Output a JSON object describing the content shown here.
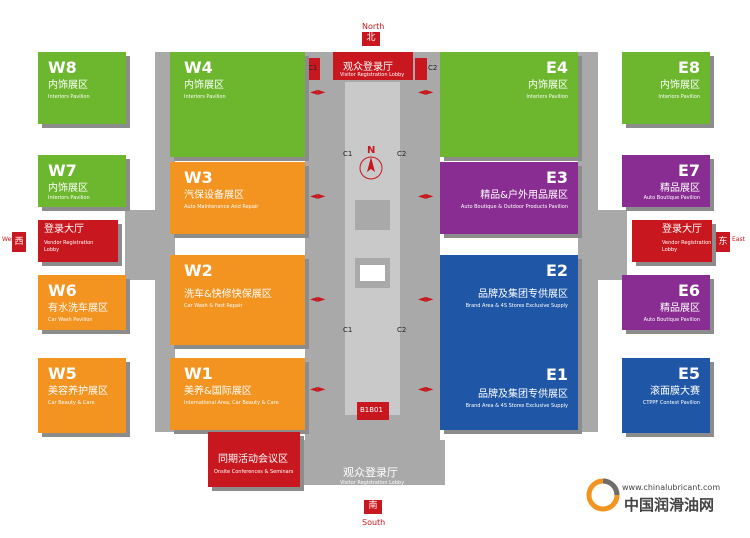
{
  "colors": {
    "green": "#6cb72d",
    "orange": "#f39320",
    "purple": "#8a2d92",
    "blue": "#1f56a6",
    "red": "#c8171e",
    "corridor": "#a9a9a9"
  },
  "halls": {
    "W8": {
      "code": "W8",
      "zh": "内饰展区",
      "en": "Interiors Pavilion"
    },
    "W7": {
      "code": "W7",
      "zh": "内饰展区",
      "en": "Interiors Pavilion"
    },
    "W6": {
      "code": "W6",
      "zh": "有水洗车展区",
      "en": "Car Wash Pavilion"
    },
    "W5": {
      "code": "W5",
      "zh": "美容养护展区",
      "en": "Car Beauty & Care"
    },
    "W4": {
      "code": "W4",
      "zh": "内饰展区",
      "en": "Interiors Pavilion"
    },
    "W3": {
      "code": "W3",
      "zh": "汽保设备展区",
      "en": "Auto Maintenance And Repair"
    },
    "W2": {
      "code": "W2",
      "zh": "洗车&快修快保展区",
      "en": "Car Wash & Fast Repair"
    },
    "W1": {
      "code": "W1",
      "zh": "美养&国际展区",
      "en": "International Area, Car Beauty & Care"
    },
    "E4": {
      "code": "E4",
      "zh": "内饰展区",
      "en": "Interiors Pavilion"
    },
    "E3": {
      "code": "E3",
      "zh": "精品&户外用品展区",
      "en": "Auto Boutique & Outdoor Products Pavilion"
    },
    "E2": {
      "code": "E2",
      "zh": "品牌及集团专供展区",
      "en": "Brand Area & 4S Stores Exclusive Supply"
    },
    "E1": {
      "code": "E1",
      "zh": "品牌及集团专供展区",
      "en": "Brand Area & 4S Stores Exclusive Supply"
    },
    "E8": {
      "code": "E8",
      "zh": "内饰展区",
      "en": "Interiors Pavilion"
    },
    "E7": {
      "code": "E7",
      "zh": "精品展区",
      "en": "Auto Boutique Pavilion"
    },
    "E6": {
      "code": "E6",
      "zh": "精品展区",
      "en": "Auto Boutique Pavilion"
    },
    "E5": {
      "code": "E5",
      "zh": "滚面膜大赛",
      "en": "CTPPF Contest Pavilion"
    }
  },
  "west_lobby": {
    "zh": "登录大厅",
    "en1": "Vendor Registration",
    "en2": "Lobby"
  },
  "east_lobby": {
    "zh": "登录大厅",
    "en1": "Vendor Registration",
    "en2": "Lobby"
  },
  "conference": {
    "zh": "同期活动会议区",
    "en": "Onsite Conferences & Seminars"
  },
  "north_registration": {
    "zh": "观众登录厅",
    "en": "Visitor Registration Lobby"
  },
  "south_registration": {
    "zh": "观众登录厅",
    "en": "Visitor Registration Lobby"
  },
  "directions": {
    "north_en": "North",
    "north_zh": "北",
    "south_en": "South",
    "south_zh": "南",
    "west_en": "West",
    "west_zh": "西",
    "east_en": "East",
    "east_zh": "东"
  },
  "compass": "N",
  "entrance_labels": {
    "c1": "C1",
    "c2": "C2",
    "b1b01": "B1B01"
  },
  "brand": {
    "url": "www.chinalubricant.com",
    "name": "中国润滑油网"
  }
}
